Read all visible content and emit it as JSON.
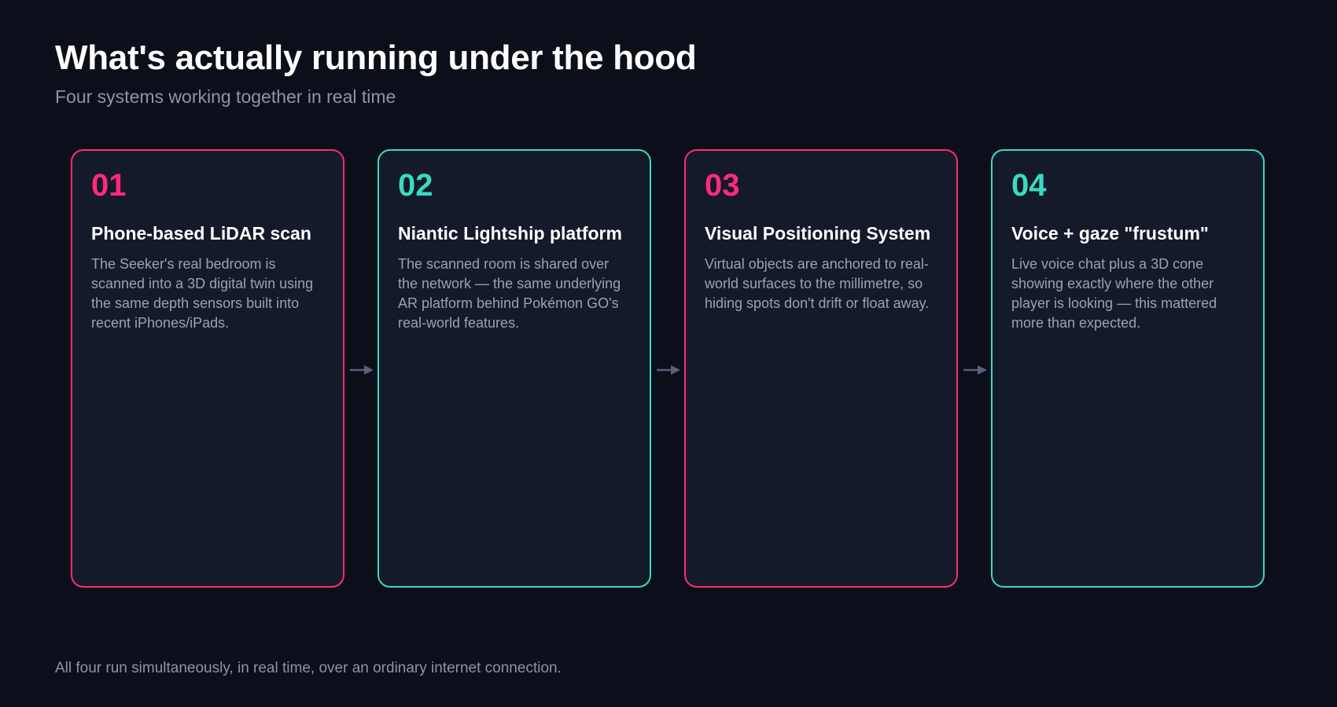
{
  "header": {
    "title": "What's actually running under the hood",
    "subtitle": "Four systems working together in real time"
  },
  "cards": [
    {
      "number": "01",
      "title": "Phone-based LiDAR scan",
      "description": "The Seeker's real bedroom is scanned into a 3D digital twin using the same depth sensors built into recent iPhones/iPads.",
      "accent": "#ff2a78"
    },
    {
      "number": "02",
      "title": "Niantic Lightship platform",
      "description": "The scanned room is shared over the network — the same underlying AR platform behind Pokémon GO's real-world features.",
      "accent": "#3ad9c2"
    },
    {
      "number": "03",
      "title": "Visual Positioning System",
      "description": "Virtual objects are anchored to real-world surfaces to the millimetre, so hiding spots don't drift or float away.",
      "accent": "#ff2a78"
    },
    {
      "number": "04",
      "title": "Voice + gaze \"frustum\"",
      "description": "Live voice chat plus a 3D cone showing exactly where the other player is looking — this mattered more than expected.",
      "accent": "#3ad9c2"
    }
  ],
  "arrows": {
    "icon": "arrow-right-icon",
    "color": "#596079"
  },
  "footer": {
    "note": "All four run simultaneously, in real time, over an ordinary internet connection."
  },
  "colors": {
    "background": "#0c0f1a",
    "card_background": "#151a2a",
    "pink_accent": "#ff2a78",
    "teal_accent": "#3ad9c2"
  }
}
